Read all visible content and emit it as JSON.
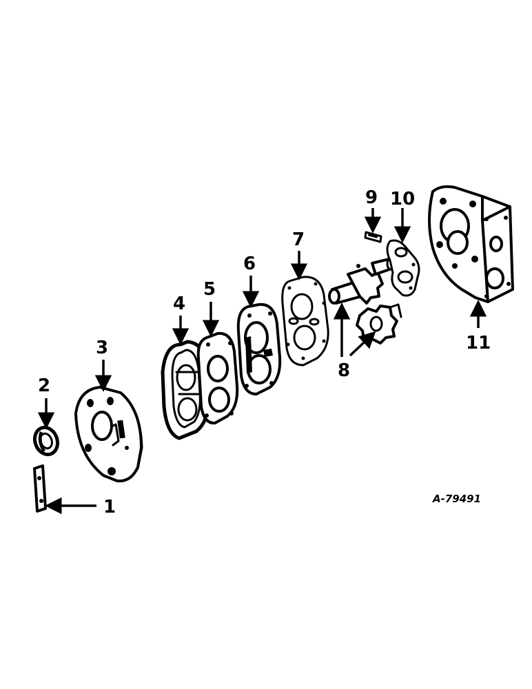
{
  "drawing_ref": "A-79491",
  "callouts": [
    {
      "id": "1",
      "label": "1"
    },
    {
      "id": "2",
      "label": "2"
    },
    {
      "id": "3",
      "label": "3"
    },
    {
      "id": "4",
      "label": "4"
    },
    {
      "id": "5",
      "label": "5"
    },
    {
      "id": "6",
      "label": "6"
    },
    {
      "id": "7",
      "label": "7"
    },
    {
      "id": "8",
      "label": "8"
    },
    {
      "id": "9",
      "label": "9"
    },
    {
      "id": "10",
      "label": "10"
    },
    {
      "id": "11",
      "label": "11"
    }
  ]
}
